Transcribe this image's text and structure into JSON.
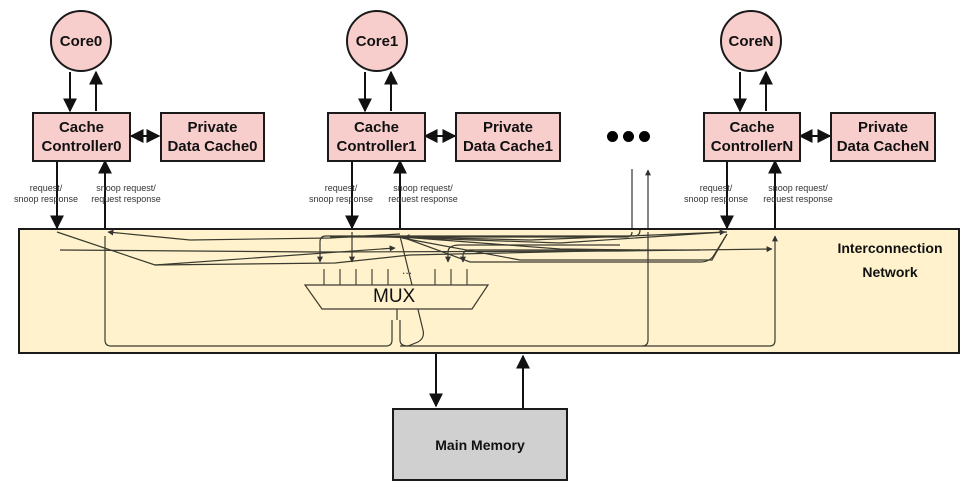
{
  "diagram": {
    "nodes": [
      {
        "core": "Core0",
        "controller": [
          "Cache",
          "Controller0"
        ],
        "cache": [
          "Private",
          "Data Cache0"
        ],
        "label_out": [
          "request/",
          "snoop response"
        ],
        "label_in": [
          "snoop request/",
          "request response"
        ]
      },
      {
        "core": "Core1",
        "controller": [
          "Cache",
          "Controller1"
        ],
        "cache": [
          "Private",
          "Data Cache1"
        ],
        "label_out": [
          "request/",
          "snoop response"
        ],
        "label_in": [
          "snoop request/",
          "request response"
        ]
      },
      {
        "core": "CoreN",
        "controller": [
          "Cache",
          "ControllerN"
        ],
        "cache": [
          "Private",
          "Data CacheN"
        ],
        "label_out": [
          "request/",
          "snoop response"
        ],
        "label_in": [
          "snoop request/",
          "request response"
        ]
      }
    ],
    "ellipsis_icon": "three-dots",
    "network": {
      "title_line1": "Interconnection",
      "title_line2": "Network",
      "mux_label": "MUX",
      "mux_dots": "..."
    },
    "memory": {
      "label": "Main Memory"
    },
    "colors": {
      "core_fill": "#f8cecc",
      "network_fill": "#fff2cc",
      "memory_fill": "#d0d0d0",
      "stroke": "#1a1a1a"
    }
  }
}
